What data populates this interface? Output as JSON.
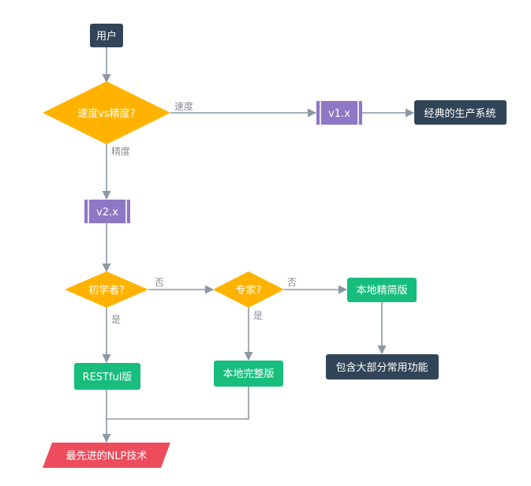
{
  "colors": {
    "dark_node": "#324558",
    "decision": "#ffb300",
    "green_node": "#17bd7c",
    "purple_node": "#8e77c4",
    "red_node": "#ed4c5c",
    "edge": "#8c98a4"
  },
  "nodes": {
    "user": "用户",
    "speed_vs_accuracy": "速度vs精度?",
    "v1": "v1.x",
    "classic_production": "经典的生产系统",
    "v2": "v2.x",
    "beginner": "初学者?",
    "expert": "专家?",
    "local_lite": "本地精简版",
    "common_features": "包含大部分常用功能",
    "restful": "RESTful版",
    "local_full": "本地完整版",
    "advanced_nlp": "最先进的NLP技术"
  },
  "edge_labels": {
    "speed": "速度",
    "accuracy": "精度",
    "no_1": "否",
    "no_2": "否",
    "yes_1": "是",
    "yes_2": "是"
  }
}
